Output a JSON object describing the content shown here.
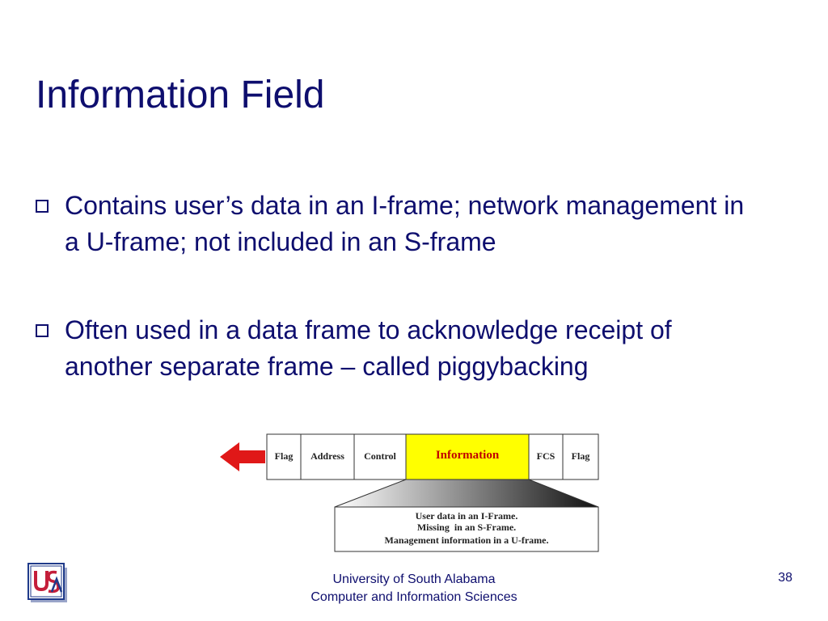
{
  "slide": {
    "title": "Information Field",
    "bullets": [
      "Contains user’s data in an I-frame; network management in a U-frame; not included in an S-frame",
      "Often used in a data frame to acknowledge receipt of another separate frame – called piggybacking"
    ]
  },
  "diagram": {
    "fields": [
      "Flag",
      "Address",
      "Control",
      "Information",
      "FCS",
      "Flag"
    ],
    "highlight_color": "#ffff00",
    "highlight_text_color": "#c00000",
    "arrow_color": "#e01818",
    "detail_lines": [
      "User data in an I-Frame.",
      "Missing  in an S-Frame.",
      "Management information in a U-frame."
    ]
  },
  "footer": {
    "line1": "University of South Alabama",
    "line2": "Computer and Information Sciences",
    "page_number": "38"
  },
  "colors": {
    "text": "#0e0e6e",
    "logo_red": "#c41e3a",
    "logo_blue": "#1f3a8a"
  },
  "icons": {
    "bullet": "hollow-square-bullet-icon",
    "arrow": "left-arrow-icon",
    "logo": "usa-logo"
  }
}
